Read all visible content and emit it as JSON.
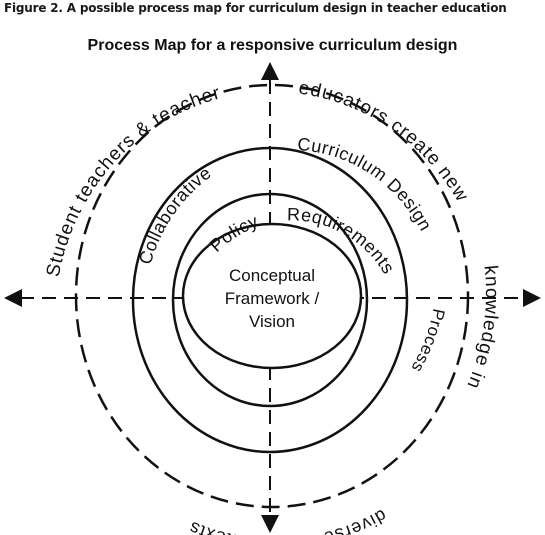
{
  "figure": {
    "caption": "Figure 2. A possible process map for curriculum design in teacher education",
    "title": "Process Map for a responsive curriculum design"
  },
  "center": {
    "lines": [
      "Conceptual",
      "Framework /",
      "Vision"
    ]
  },
  "inner_ring": {
    "left": "Policy",
    "right": "Requirements"
  },
  "middle_ring": {
    "left": "Collaborative",
    "right": "Curriculum Design",
    "lower_right": "Process"
  },
  "outer_ring": {
    "upper_left": "Student teachers & teacher",
    "upper_right": "educators create new",
    "lower_right": "knowledge in",
    "bottom_right": "diverse",
    "bottom_left": "contexts"
  },
  "colors": {
    "line": "#111111",
    "background": "#ffffff"
  },
  "icons": [
    "arrow-up-icon",
    "arrow-down-icon",
    "arrow-left-icon",
    "arrow-right-icon"
  ]
}
